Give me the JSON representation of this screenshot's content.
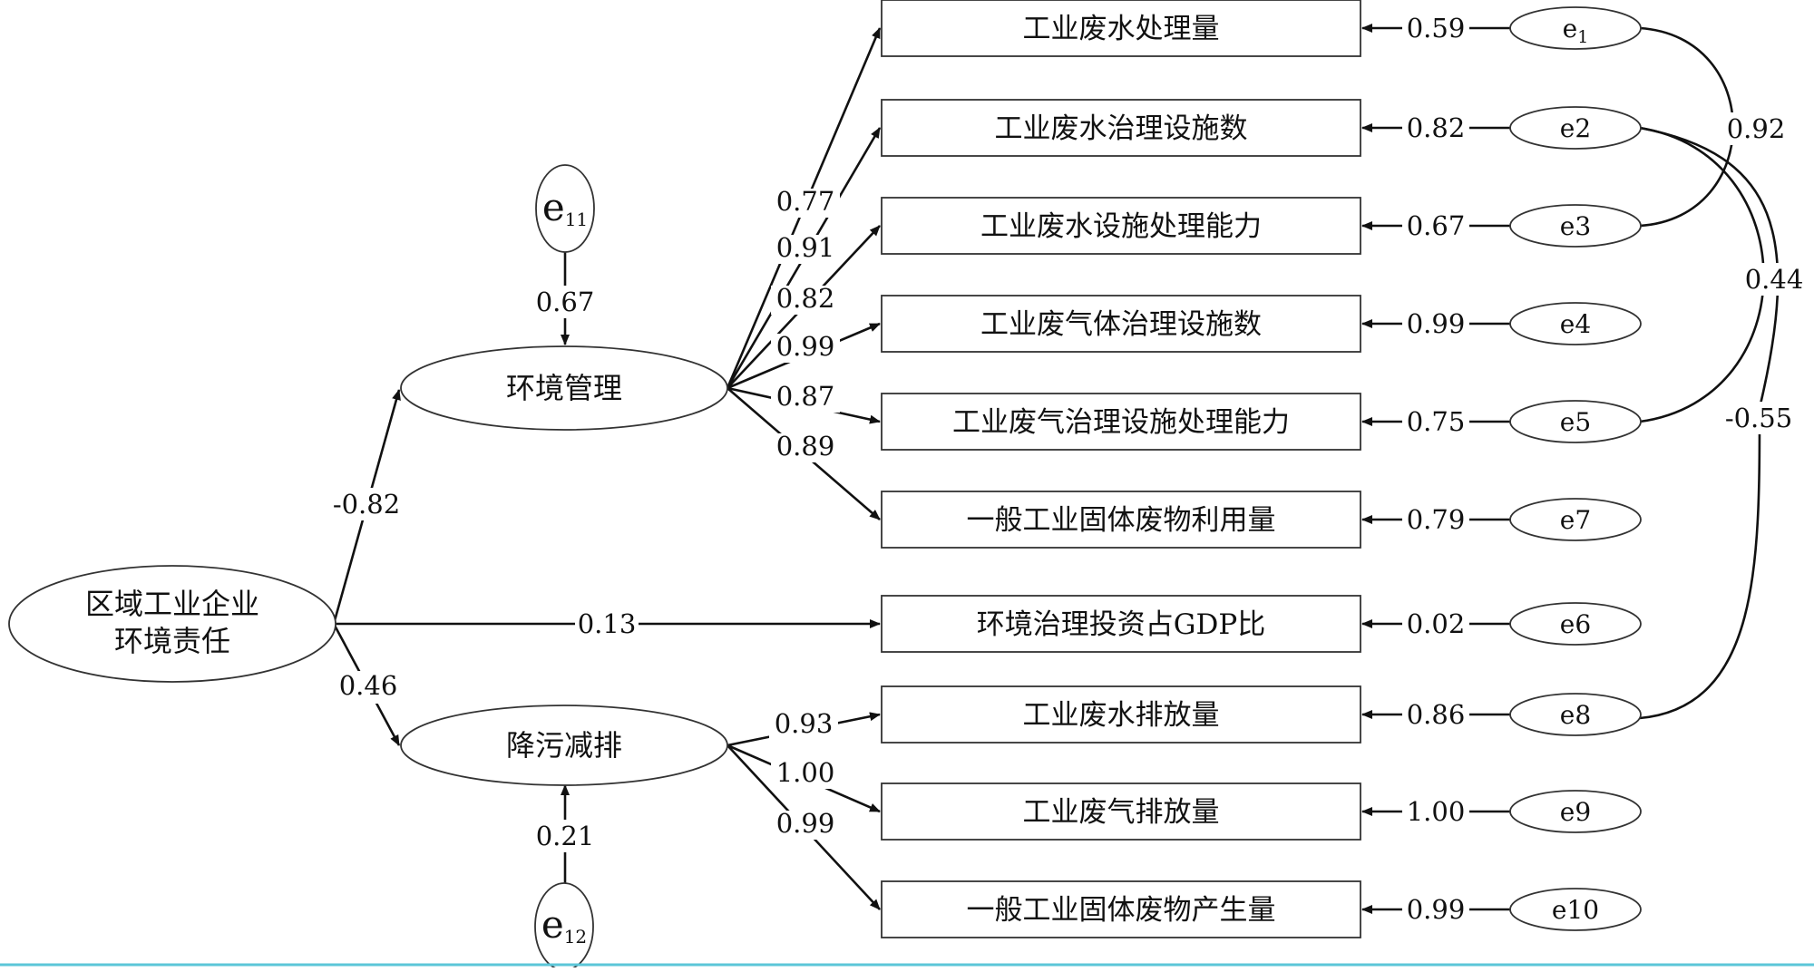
{
  "diagram": {
    "root": {
      "lines": [
        "区域工业企业",
        "环境责任"
      ]
    },
    "latents": {
      "env_mgmt": "环境管理",
      "reduction": "降污减排"
    },
    "structural_errors": {
      "e11": {
        "base": "e",
        "sub": "11",
        "coef": "0.67"
      },
      "e12": {
        "base": "e",
        "sub": "12",
        "coef": "0.21"
      }
    },
    "root_paths": {
      "to_env_mgmt": "-0.82",
      "to_investment": "0.13",
      "to_reduction": "0.46"
    },
    "indicators": [
      {
        "label": "工业废水处理量",
        "loading": "0.77",
        "error": {
          "base": "e",
          "sub": "1"
        },
        "error_coef": "0.59"
      },
      {
        "label": "工业废水治理设施数",
        "loading": "0.91",
        "error": {
          "base": "e2",
          "sub": ""
        },
        "error_coef": "0.82"
      },
      {
        "label": "工业废水设施处理能力",
        "loading": "0.82",
        "error": {
          "base": "e3",
          "sub": ""
        },
        "error_coef": "0.67"
      },
      {
        "label": "工业废气体治理设施数",
        "loading": "0.99",
        "error": {
          "base": "e4",
          "sub": ""
        },
        "error_coef": "0.99"
      },
      {
        "label": "工业废气治理设施处理能力",
        "loading": "0.87",
        "error": {
          "base": "e5",
          "sub": ""
        },
        "error_coef": "0.75"
      },
      {
        "label": "一般工业固体废物利用量",
        "loading": "0.89",
        "error": {
          "base": "e7",
          "sub": ""
        },
        "error_coef": "0.79"
      },
      {
        "label": "环境治理投资占GDP比",
        "loading": "",
        "error": {
          "base": "e6",
          "sub": ""
        },
        "error_coef": "0.02"
      },
      {
        "label": "工业废水排放量",
        "loading": "0.93",
        "error": {
          "base": "e8",
          "sub": ""
        },
        "error_coef": "0.86"
      },
      {
        "label": "工业废气排放量",
        "loading": "1.00",
        "error": {
          "base": "e9",
          "sub": ""
        },
        "error_coef": "1.00"
      },
      {
        "label": "一般工业固体废物产生量",
        "loading": "0.99",
        "error": {
          "base": "e10",
          "sub": ""
        },
        "error_coef": "0.99"
      }
    ],
    "correlations": [
      {
        "from": "e1",
        "to": "e3",
        "value": "0.92"
      },
      {
        "from": "e2",
        "to": "e5",
        "value": "0.44"
      },
      {
        "from": "e2",
        "to": "e8",
        "value": "-0.55"
      }
    ]
  }
}
